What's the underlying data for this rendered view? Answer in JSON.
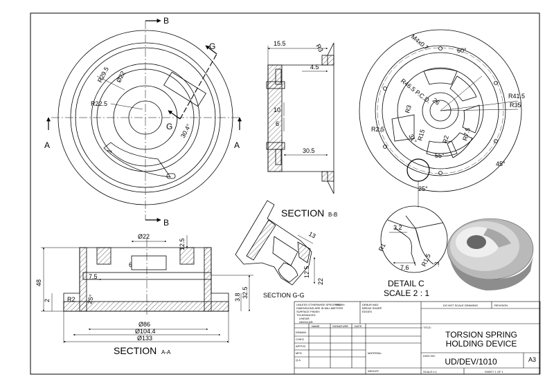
{
  "sections": {
    "cut_b": "B",
    "cut_a": "A",
    "cut_g": "G",
    "title_aa": "SECTION",
    "title_aa_sub": "A-A",
    "title_bb": "SECTION",
    "title_bb_sub": "B-B",
    "title_gg": "SECTION G-G",
    "detail_c": "DETAIL C",
    "detail_scale": "SCALE 2 : 1"
  },
  "front_view": {
    "dims": [
      "R29.5",
      "Ø22",
      "R22.5",
      "30.4°",
      "1"
    ]
  },
  "section_bb": {
    "dims": [
      "15.5",
      "R3",
      "4.5",
      "10",
      "6",
      "30.5"
    ]
  },
  "right_view": {
    "dims": [
      "M4x0.7",
      "60°",
      "R46.5 P.C.D.",
      "26",
      "R41.5",
      "R35",
      "R3",
      "31°",
      "R15",
      "R2.5",
      "R2",
      "R7.5",
      "55°",
      "45°",
      "25°"
    ]
  },
  "section_aa": {
    "dims": [
      "Ø22",
      "12.5",
      "6",
      "7.5",
      "25°",
      "R2",
      "48",
      "2",
      "3.8",
      "32.5",
      "Ø86",
      "Ø104.4",
      "Ø133"
    ]
  },
  "section_gg": {
    "dims": [
      "13",
      "12.5",
      "22"
    ]
  },
  "detail": {
    "dims": [
      "3.2",
      "R1",
      "7.6",
      "R1.5",
      ".3"
    ]
  },
  "title_block": {
    "notes": [
      "UNLESS OTHERWISE SPECIFIED:",
      "DIMENSIONS ARE IN MILLIMETERS",
      "SURFACE FINISH:",
      "TOLERANCES:",
      "LINEAR:",
      "ANGULAR:"
    ],
    "finish_label": "FINISH:",
    "deburr": [
      "DEBUR AND",
      "BREAK SHARP",
      "EDGES"
    ],
    "no_scale": "DO NOT SCALE DRAWING",
    "revision": "REVISION",
    "col_name": "NAME",
    "col_signature": "SIGNATURE",
    "col_date": "DATE",
    "rows": [
      "DRAWN",
      "CHK'D",
      "APPV'D",
      "MFG",
      "Q.A"
    ],
    "title_label": "TITLE:",
    "title_line1": "TORSION SPRING",
    "title_line2": "HOLDING DEVICE",
    "material_label": "MATERIAL:",
    "weight_label": "WEIGHT:",
    "dwg_label": "DWG NO.",
    "dwg_no": "UD/DEV/1010",
    "size": "A3",
    "scale": "SCALE:1:1",
    "sheet": "SHEET 1 OF 1"
  }
}
